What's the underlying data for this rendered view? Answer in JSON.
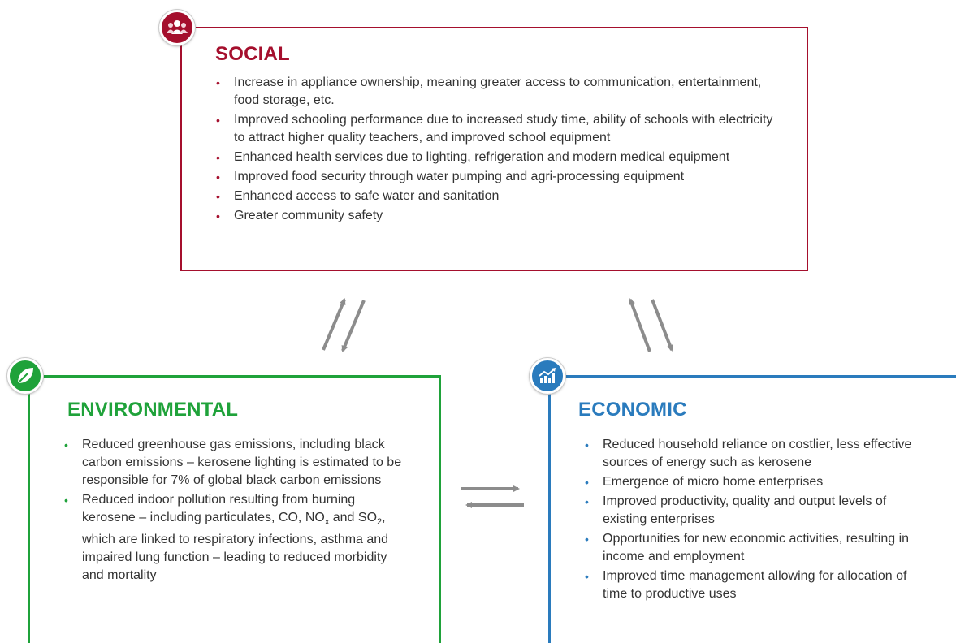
{
  "social": {
    "title": "SOCIAL",
    "icon": "people-icon",
    "color": "#a50f2d",
    "items": [
      "Increase in appliance ownership, meaning greater access to communication, entertainment,  food storage, etc.",
      "Improved schooling performance due to increased study time, ability of schools with electricity to attract higher quality teachers, and improved school equipment",
      "Enhanced health services due to lighting, refrigeration and modern medical equipment",
      "Improved food security through water pumping and agri-processing equipment",
      "Enhanced access to safe water and  sanitation",
      "Greater community safety"
    ]
  },
  "environmental": {
    "title": "ENVIRONMENTAL",
    "icon": "leaf-icon",
    "color": "#1fa23a",
    "items": [
      "Reduced greenhouse gas emissions, including black carbon emissions – kerosene lighting is estimated to be responsible for 7% of global black carbon emissions"
    ],
    "item2": {
      "part1": "Reduced indoor pollution resulting from burning kerosene – including particulates, CO, NO",
      "sub1": "x",
      "part2": " and SO",
      "sub2": "2",
      "part3": ", which are linked to respiratory infections, asthma and impaired lung function – leading to reduced morbidity and mortality"
    }
  },
  "economic": {
    "title": "ECONOMIC",
    "icon": "growth-chart-icon",
    "color": "#2a7bbd",
    "items": [
      "Reduced household reliance on costlier, less effective sources of energy such as kerosene",
      "Emergence of micro home enterprises",
      "Improved productivity, quality and output levels of existing enterprises",
      "Opportunities for new economic activities, resulting in income and employment",
      "Improved time management allowing for allocation of time to productive uses"
    ]
  },
  "arrow_color": "#8c8c8c",
  "bullet": "•"
}
